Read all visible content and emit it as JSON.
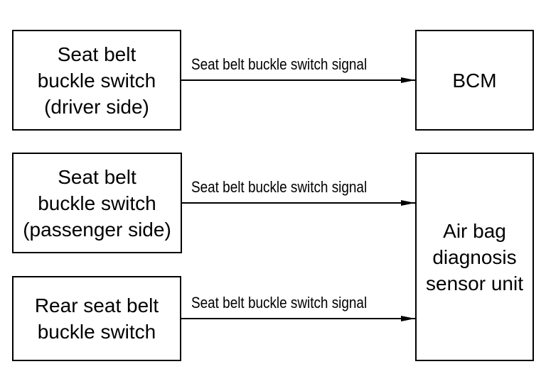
{
  "boxes": {
    "driver_switch": "Seat belt\nbuckle switch\n(driver side)",
    "passenger_switch": "Seat belt\nbuckle switch\n(passenger side)",
    "rear_switch": "Rear seat belt\nbuckle switch",
    "bcm": "BCM",
    "airbag_unit": "Air bag\ndiagnosis\nsensor unit"
  },
  "signals": {
    "driver": "Seat belt buckle switch signal",
    "passenger": "Seat belt buckle switch signal",
    "rear": "Seat belt buckle switch signal"
  }
}
